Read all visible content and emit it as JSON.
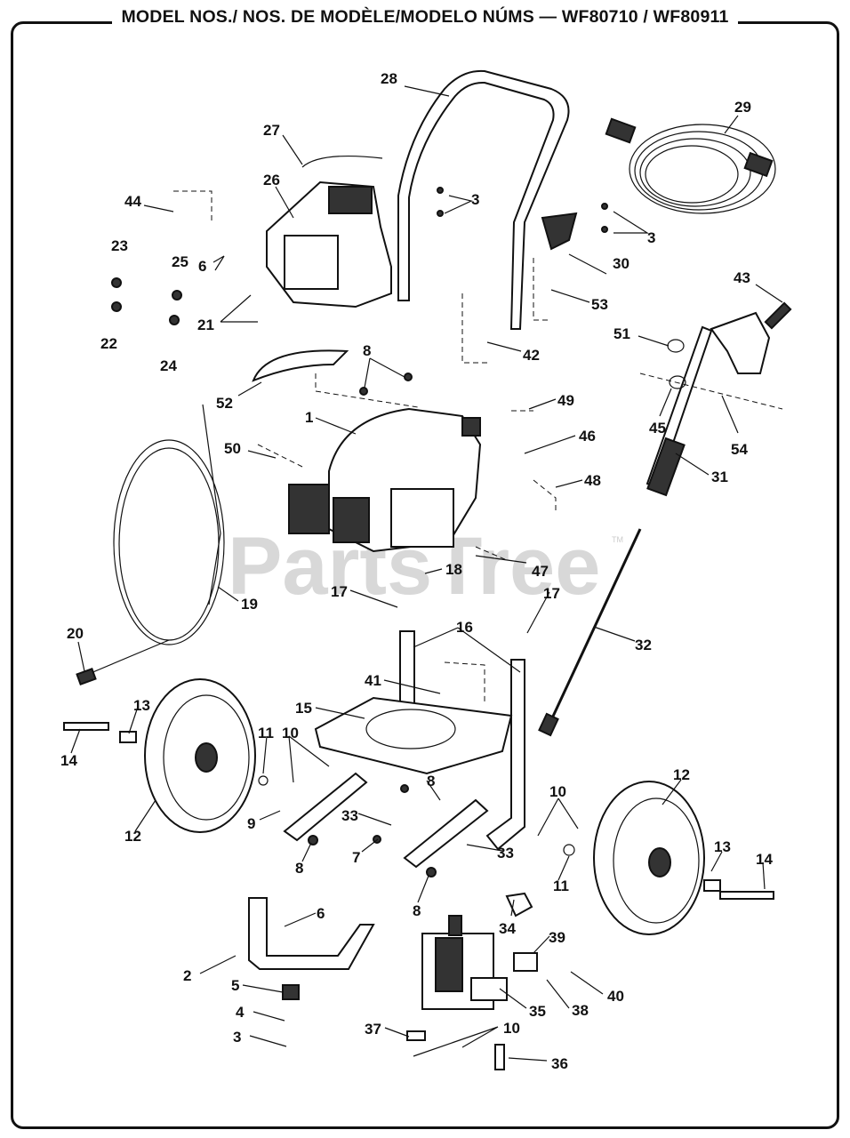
{
  "header": {
    "title": "MODEL NOS./ NOS. DE MODÈLE/MODELO NÚMS — WF80710 / WF80911"
  },
  "watermark": {
    "text": "PartsTree",
    "tm": "TM"
  },
  "callouts": {
    "c28": "28",
    "c29": "29",
    "c27": "27",
    "c26": "26",
    "c44": "44",
    "c3a": "3",
    "c3b": "3",
    "c23": "23",
    "c25": "25",
    "c6a": "6",
    "c30": "30",
    "c53": "53",
    "c43": "43",
    "c21": "21",
    "c22": "22",
    "c24": "24",
    "c42": "42",
    "c51": "51",
    "c8a": "8",
    "c52": "52",
    "c49": "49",
    "c45": "45",
    "c54": "54",
    "c1": "1",
    "c46": "46",
    "c50": "50",
    "c31": "31",
    "c48": "48",
    "c47": "47",
    "c18": "18",
    "c19": "19",
    "c17a": "17",
    "c17b": "17",
    "c20": "20",
    "c16": "16",
    "c32": "32",
    "c41": "41",
    "c13a": "13",
    "c15": "15",
    "c14a": "14",
    "c11a": "11",
    "c10a": "10",
    "c8b": "8",
    "c12a": "12",
    "c10b": "10",
    "c12b": "12",
    "c9": "9",
    "c33a": "33",
    "c7": "7",
    "c33b": "33",
    "c8c": "8",
    "c13b": "13",
    "c14b": "14",
    "c11b": "11",
    "c8d": "8",
    "c6b": "6",
    "c34": "34",
    "c39": "39",
    "c2": "2",
    "c5": "5",
    "c40": "40",
    "c35": "35",
    "c38": "38",
    "c4": "4",
    "c37": "37",
    "c3c": "3",
    "c10c": "10",
    "c36": "36"
  }
}
